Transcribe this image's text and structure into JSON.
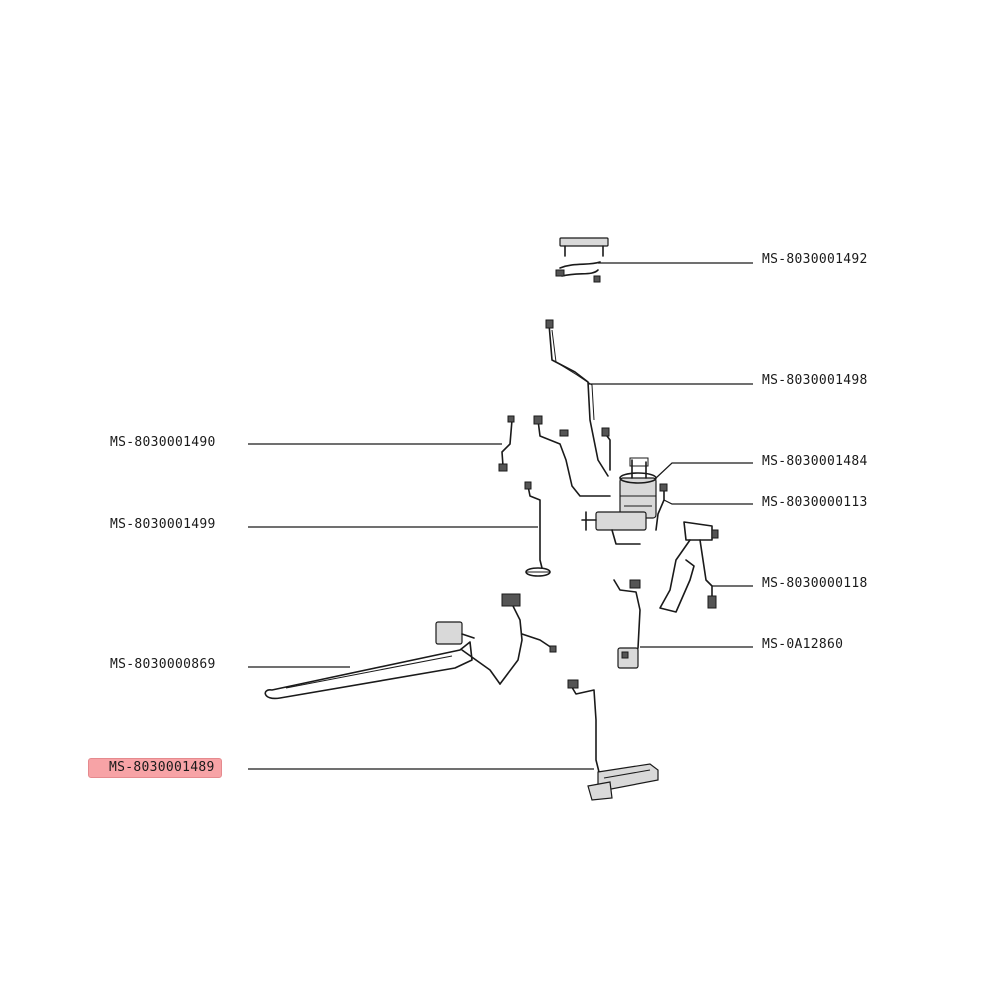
{
  "diagram": {
    "highlight_color": "#f7a3a6",
    "line_color": "#1a1a1a",
    "parts": [
      {
        "id": "p1492",
        "label": "MS-8030001492",
        "side": "right",
        "highlighted": false
      },
      {
        "id": "p1498",
        "label": "MS-8030001498",
        "side": "right",
        "highlighted": false
      },
      {
        "id": "p1490",
        "label": "MS-8030001490",
        "side": "left",
        "highlighted": false
      },
      {
        "id": "p1484",
        "label": "MS-8030001484",
        "side": "right",
        "highlighted": false
      },
      {
        "id": "p0113",
        "label": "MS-8030000113",
        "side": "right",
        "highlighted": false
      },
      {
        "id": "p1499",
        "label": "MS-8030001499",
        "side": "left",
        "highlighted": false
      },
      {
        "id": "p0118",
        "label": "MS-8030000118",
        "side": "right",
        "highlighted": false
      },
      {
        "id": "pA860",
        "label": "MS-0A12860",
        "side": "right",
        "highlighted": false
      },
      {
        "id": "p0869",
        "label": "MS-8030000869",
        "side": "left",
        "highlighted": false
      },
      {
        "id": "p1489",
        "label": "MS-8030001489",
        "side": "left",
        "highlighted": true
      }
    ]
  }
}
